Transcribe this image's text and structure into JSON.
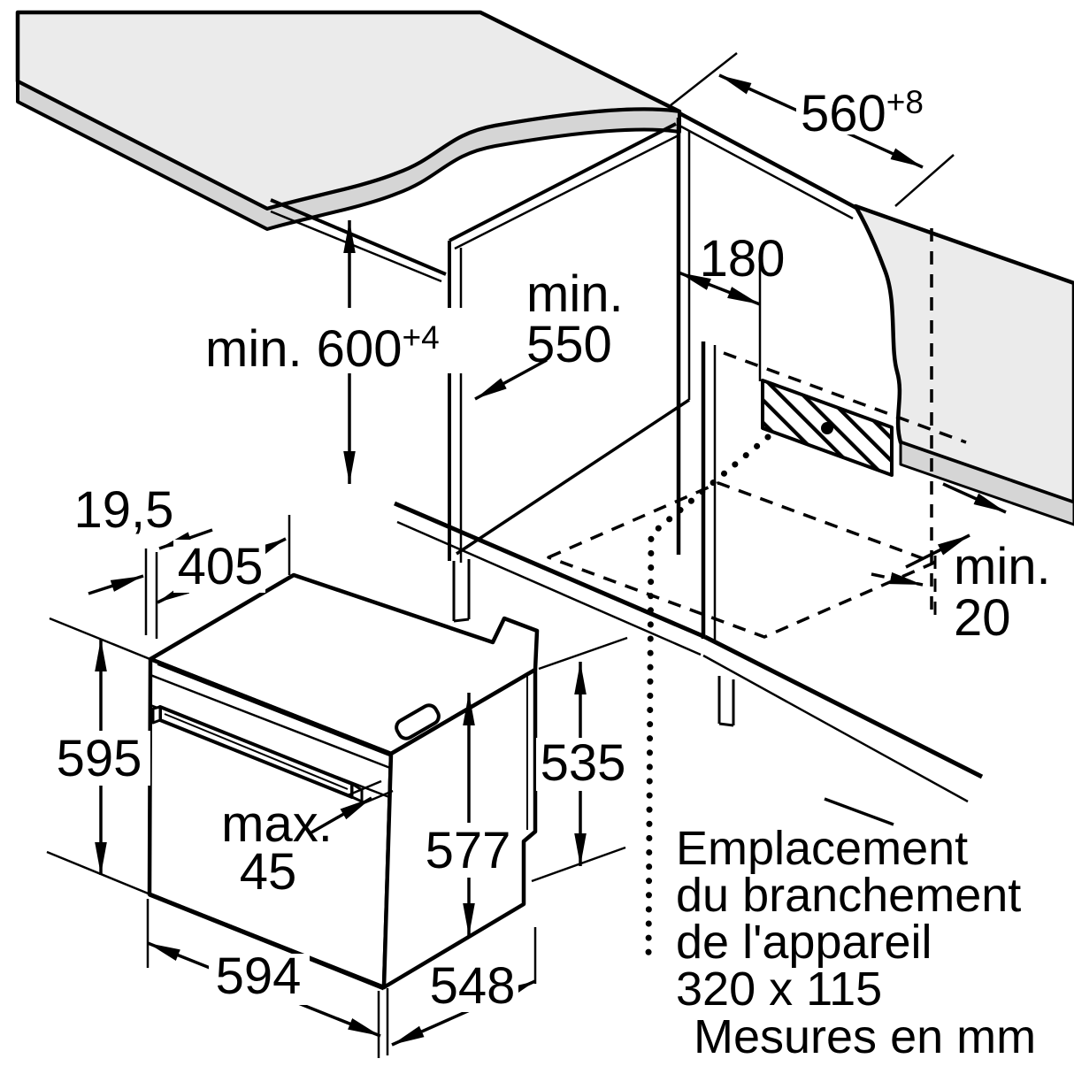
{
  "labels": {
    "niche_width": {
      "value": "560",
      "tol": "+8"
    },
    "niche_height": {
      "value": "min. 600",
      "tol": "+4"
    },
    "niche_depth_line1": "min.",
    "niche_depth_line2": "550",
    "connection_offset": "180",
    "rear_gap_line1": "min.",
    "rear_gap_line2": "20",
    "facade_thickness": "19,5",
    "top_depth": "405",
    "oven_height": "595",
    "handle_line1": "max.",
    "handle_line2": "45",
    "front_height": "577",
    "rear_height": "535",
    "oven_width": "594",
    "oven_depth": "548",
    "note_line1": "Emplacement",
    "note_line2": "du branchement",
    "note_line3": "de l'appareil",
    "note_line4": "320 x 115",
    "units_note": "Mesures en mm"
  },
  "colors": {
    "line": "#000000",
    "surface": "#ebebeb",
    "edge": "#d5d5d5",
    "background": "#ffffff"
  }
}
